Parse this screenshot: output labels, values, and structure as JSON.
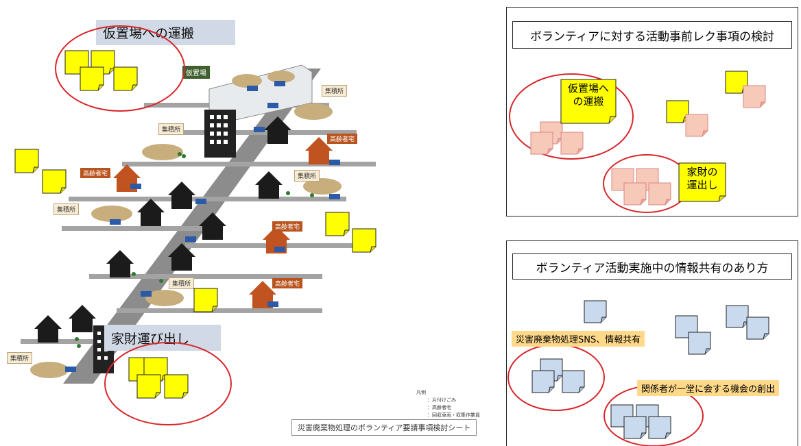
{
  "left_scene": {
    "label_temp_transport": "仮置場への運搬",
    "label_furniture": "家財運び出し",
    "tag_temp_site": "仮置場",
    "tag_collection": "集積所",
    "tag_elderly": "高齢者宅",
    "footer_title": "災害廃棄物処理のボランティア要請事項検討シート",
    "legend": {
      "title": "凡例",
      "item1": "：片付けごみ",
      "item2": "：高齢者宅",
      "item3": "：回収車両・収集作業員"
    }
  },
  "panel_top": {
    "title": "ボランティアに対する活動事前レク事項の検討",
    "note1": "仮置場へ\nの運搬",
    "note2": "家財の\n運出し"
  },
  "panel_bottom": {
    "title": "ボランティア活動実施中の情報共有のあり方",
    "label1": "災害廃棄物処理SNS、情報共有",
    "label2": "関係者が一堂に会する機会の創出"
  },
  "colors": {
    "yellow_note": "#ffff00",
    "pink_note": "#f6c9b8",
    "blue_note": "#c9d9ee",
    "ellipse": "#d9262b",
    "grey_label": "#d0d9e5",
    "orange_label": "#ffd98a"
  }
}
